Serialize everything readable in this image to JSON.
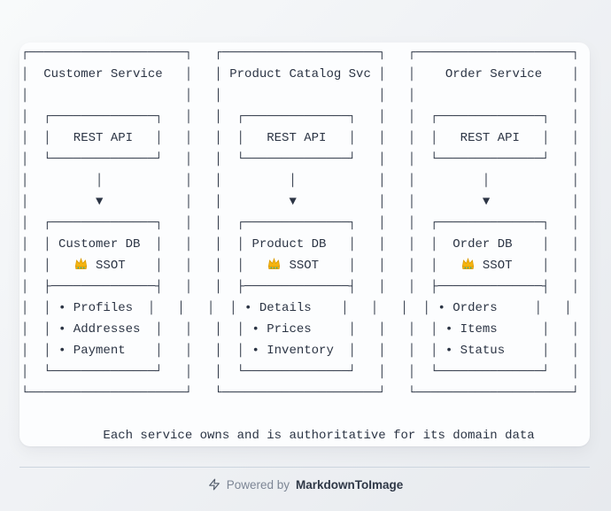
{
  "diagram": {
    "crown_char": "👑",
    "lines": [
      "┌─────────────────────┐   ┌─────────────────────┐   ┌─────────────────────┐",
      "│  Customer Service   │   │ Product Catalog Svc │   │    Order Service    │",
      "│                     │   │                     │   │                     │",
      "│  ┌──────────────┐   │   │  ┌──────────────┐   │   │  ┌──────────────┐   │",
      "│  │   REST API   │   │   │  │   REST API   │   │   │  │   REST API   │   │",
      "│  └──────────────┘   │   │  └──────────────┘   │   │  └──────────────┘   │",
      "│         │           │   │         │           │   │         │           │",
      "│         ▼           │   │         ▼           │   │         ▼           │",
      "│  ┌──────────────┐   │   │  ┌──────────────┐   │   │  ┌──────────────┐   │",
      "│  │ Customer DB  │   │   │  │ Product DB   │   │   │  │  Order DB    │   │",
      "│  │   👑 SSOT    │   │   │  │   👑 SSOT    │   │   │  │   👑 SSOT    │   │",
      "│  ├──────────────┤   │   │  ├──────────────┤   │   │  ├──────────────┤   │",
      "│  │ • Profiles  │   │   │  │ • Details    │   │   │  │ • Orders     │   │",
      "│  │ • Addresses  │   │   │  │ • Prices     │   │   │  │ • Items      │   │",
      "│  │ • Payment    │   │   │  │ • Inventory  │   │   │  │ • Status     │   │",
      "│  └──────────────┘   │   │  └──────────────┘   │   │  └──────────────┘   │",
      "└─────────────────────┘   └─────────────────────┘   └─────────────────────┘",
      "",
      "           Each service owns and is authoritative for its domain data"
    ]
  },
  "services": [
    {
      "name": "Customer Service",
      "api_label": "REST API",
      "db_name": "Customer DB",
      "db_badge": "👑 SSOT",
      "items": [
        "Profiles",
        "Addresses",
        "Payment"
      ]
    },
    {
      "name": "Product Catalog Svc",
      "api_label": "REST API",
      "db_name": "Product DB",
      "db_badge": "👑 SSOT",
      "items": [
        "Details",
        "Prices",
        "Inventory"
      ]
    },
    {
      "name": "Order Service",
      "api_label": "REST API",
      "db_name": "Order DB",
      "db_badge": "👑 SSOT",
      "items": [
        "Orders",
        "Items",
        "Status"
      ]
    }
  ],
  "caption": "Each service owns and is authoritative for its domain data",
  "footer": {
    "powered_by": "Powered by",
    "brand": "MarkdownToImage"
  },
  "colors": {
    "diagram_text": "#2b3444",
    "card_bg": "#fcfdfe",
    "bg_gradient_start": "#f8fafb",
    "bg_gradient_end": "#e7eaee",
    "divider": "#ccd5df",
    "footer_muted": "#7d8695",
    "footer_brand": "#2f3847",
    "crown_gold": "#f6b40e"
  }
}
